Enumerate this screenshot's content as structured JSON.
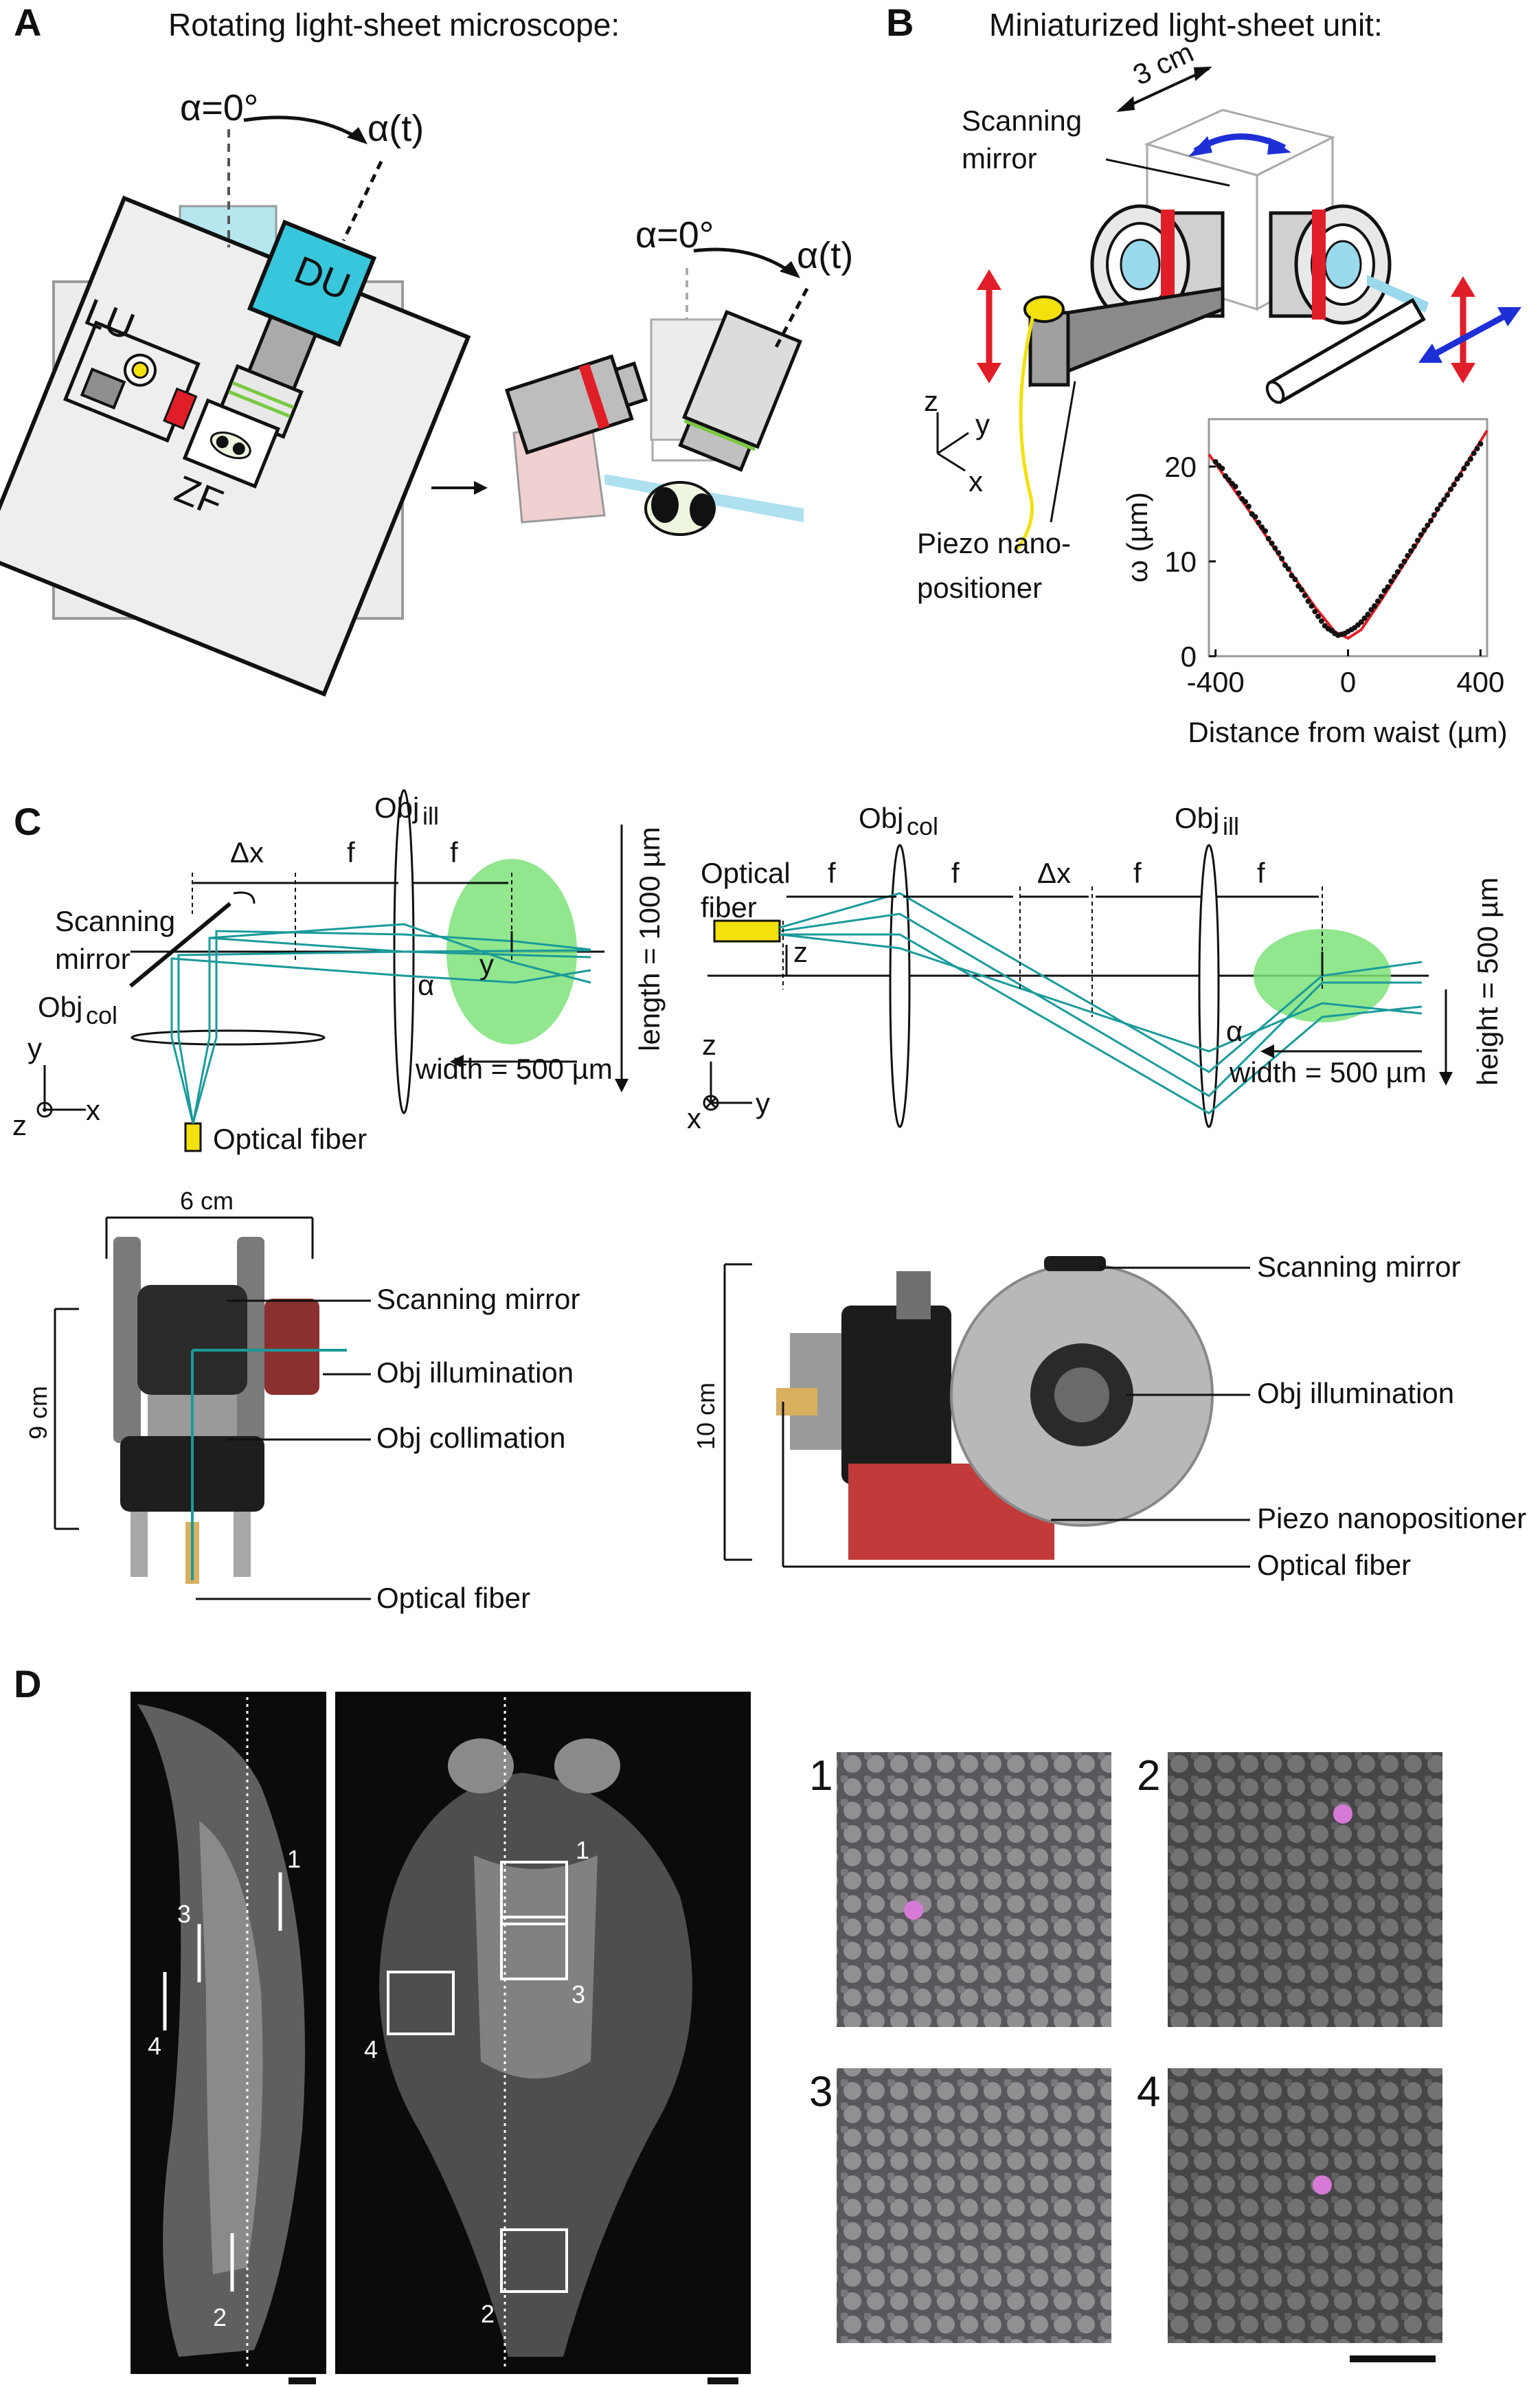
{
  "panels": {
    "A": {
      "letter": "A",
      "title": "Rotating light-sheet microscope:",
      "labels": {
        "alpha0": "α=0°",
        "alphat": "α(t)",
        "du": "DU",
        "lu": "LU",
        "zf": "ZF"
      }
    },
    "B": {
      "letter": "B",
      "title": "Miniaturized light-sheet unit:",
      "labels": {
        "size": "3 cm",
        "mirror1": "Scanning",
        "mirror2": "mirror",
        "axis_z": "z",
        "axis_y": "y",
        "axis_x": "x",
        "piezo1": "Piezo nano-",
        "piezo2": "positioner"
      }
    },
    "C": {
      "letter": "C",
      "left": {
        "obj_ill": "Obj",
        "obj_ill_sub": "ill",
        "obj_col": "Obj",
        "obj_col_sub": "col",
        "dx": "Δx",
        "f": "f",
        "mirror1": "Scanning",
        "mirror2": "mirror",
        "y": "y",
        "alpha": "α",
        "length": "length = 1000 µm",
        "width": "width = 500 µm",
        "fiber": "Optical fiber",
        "axis_y": "y",
        "axis_z": "z",
        "axis_x": "x"
      },
      "right": {
        "fiber1": "Optical",
        "fiber2": "fiber",
        "obj_col": "Obj",
        "obj_col_sub": "col",
        "obj_ill": "Obj",
        "obj_ill_sub": "ill",
        "f": "f",
        "dx": "Δx",
        "z": "z",
        "alpha": "α",
        "width": "width = 500 µm",
        "height": "height = 500 µm",
        "axis_z": "z",
        "axis_x": "x",
        "axis_y": "y"
      },
      "photo_left": {
        "width": "6 cm",
        "height": "9 cm",
        "mirror": "Scanning mirror",
        "obj_ill": "Obj illumination",
        "obj_col": "Obj collimation",
        "fiber": "Optical fiber"
      },
      "photo_right": {
        "height": "10 cm",
        "mirror": "Scanning mirror",
        "obj_ill": "Obj illumination",
        "piezo": "Piezo nanopositioner",
        "fiber": "Optical fiber"
      }
    },
    "D": {
      "letter": "D",
      "side_marks": [
        "1",
        "3",
        "4",
        "2"
      ],
      "dorsal_marks": [
        "1",
        "3",
        "4",
        "2"
      ],
      "tiles": [
        "1",
        "2",
        "3",
        "4"
      ]
    }
  },
  "chart_data": {
    "type": "scatter",
    "title": "",
    "xlabel": "Distance from waist (µm)",
    "ylabel": "ω (µm)",
    "xlim": [
      -420,
      420
    ],
    "ylim": [
      0,
      25
    ],
    "xticks": [
      -400,
      0,
      400
    ],
    "yticks": [
      0,
      10,
      20
    ],
    "series": [
      {
        "points": [
          [
            -400,
            20.5
          ],
          [
            -390,
            20.1
          ],
          [
            -380,
            19.8
          ],
          [
            -370,
            19.0
          ],
          [
            -360,
            18.6
          ],
          [
            -350,
            18.2
          ],
          [
            -340,
            17.9
          ],
          [
            -330,
            17.2
          ],
          [
            -320,
            16.6
          ],
          [
            -310,
            16.3
          ],
          [
            -300,
            15.8
          ],
          [
            -290,
            15.0
          ],
          [
            -280,
            14.7
          ],
          [
            -270,
            14.1
          ],
          [
            -260,
            13.6
          ],
          [
            -250,
            13.2
          ],
          [
            -240,
            12.4
          ],
          [
            -230,
            11.9
          ],
          [
            -220,
            11.4
          ],
          [
            -210,
            10.9
          ],
          [
            -200,
            10.3
          ],
          [
            -190,
            9.6
          ],
          [
            -180,
            9.2
          ],
          [
            -170,
            8.5
          ],
          [
            -160,
            8.1
          ],
          [
            -150,
            7.4
          ],
          [
            -140,
            7.0
          ],
          [
            -130,
            6.4
          ],
          [
            -120,
            5.8
          ],
          [
            -110,
            5.3
          ],
          [
            -100,
            4.7
          ],
          [
            -90,
            4.2
          ],
          [
            -80,
            3.7
          ],
          [
            -70,
            3.2
          ],
          [
            -60,
            2.9
          ],
          [
            -50,
            2.7
          ],
          [
            -40,
            2.4
          ],
          [
            -30,
            2.2
          ],
          [
            -20,
            2.3
          ],
          [
            -10,
            2.4
          ],
          [
            0,
            2.6
          ],
          [
            10,
            2.8
          ],
          [
            20,
            3.0
          ],
          [
            30,
            3.3
          ],
          [
            40,
            3.6
          ],
          [
            50,
            4.0
          ],
          [
            60,
            4.4
          ],
          [
            70,
            4.9
          ],
          [
            80,
            5.3
          ],
          [
            90,
            5.8
          ],
          [
            100,
            6.3
          ],
          [
            110,
            6.9
          ],
          [
            120,
            7.3
          ],
          [
            130,
            7.9
          ],
          [
            140,
            8.4
          ],
          [
            150,
            8.9
          ],
          [
            160,
            9.5
          ],
          [
            170,
            10.0
          ],
          [
            180,
            10.6
          ],
          [
            190,
            11.1
          ],
          [
            200,
            11.6
          ],
          [
            210,
            12.2
          ],
          [
            220,
            12.8
          ],
          [
            230,
            13.3
          ],
          [
            240,
            13.8
          ],
          [
            250,
            14.3
          ],
          [
            260,
            14.9
          ],
          [
            270,
            15.5
          ],
          [
            280,
            16.0
          ],
          [
            290,
            16.5
          ],
          [
            300,
            17.0
          ],
          [
            310,
            17.6
          ],
          [
            320,
            18.1
          ],
          [
            330,
            18.7
          ],
          [
            340,
            19.1
          ],
          [
            350,
            19.8
          ],
          [
            360,
            20.3
          ],
          [
            370,
            20.8
          ],
          [
            380,
            21.4
          ],
          [
            390,
            21.9
          ],
          [
            400,
            22.4
          ]
        ]
      },
      {
        "fit": [
          [
            -420,
            21.3
          ],
          [
            -300,
            15.4
          ],
          [
            -200,
            10.2
          ],
          [
            -100,
            5.2
          ],
          [
            -40,
            2.6
          ],
          [
            0,
            1.9
          ],
          [
            40,
            2.8
          ],
          [
            100,
            5.9
          ],
          [
            200,
            11.4
          ],
          [
            300,
            17.1
          ],
          [
            420,
            23.8
          ]
        ]
      }
    ],
    "grid": false
  },
  "colors": {
    "cyan": "#3cc8dc",
    "red": "#e01e28",
    "blue": "#1f2fd6",
    "teal": "#1a9a9a",
    "green": "#7ee27a",
    "yellow": "#f2e10a",
    "magenta": "#d77ad7"
  }
}
